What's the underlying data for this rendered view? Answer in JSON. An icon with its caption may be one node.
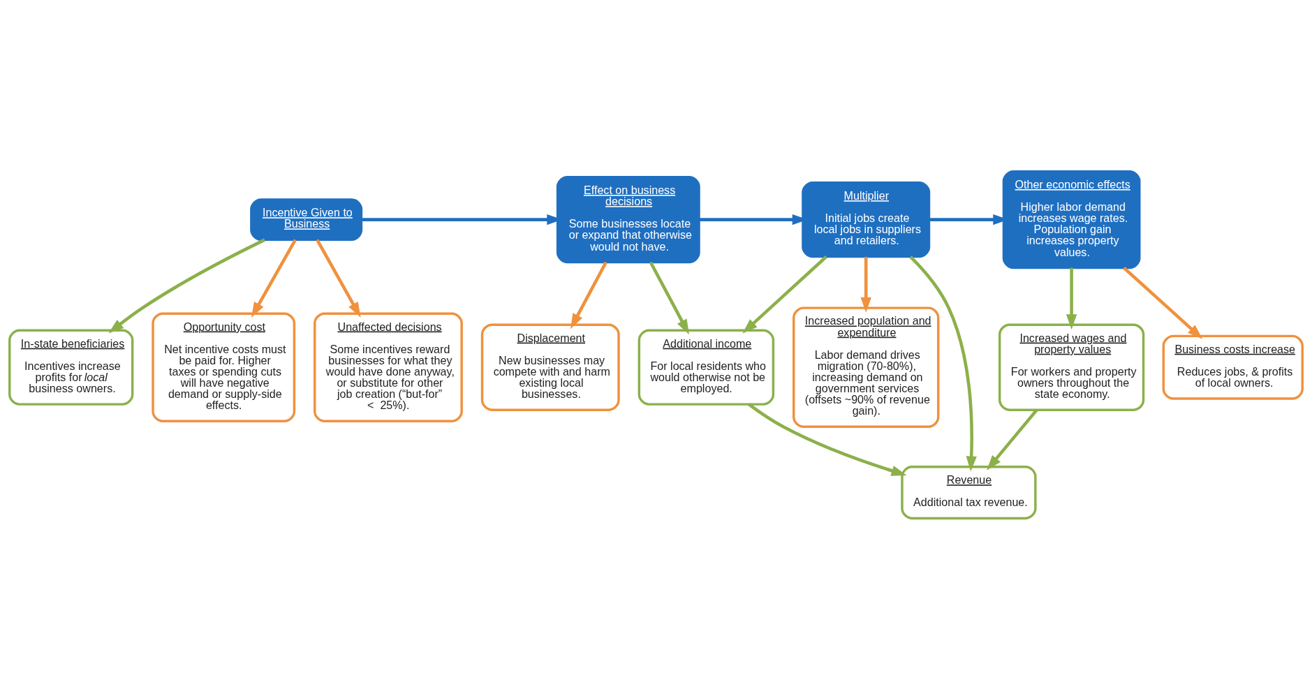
{
  "diagram": {
    "nodes": [
      {
        "text": [
          "Incentive Given to Business"
        ]
      },
      {
        "text": [
          "Effect on business decisions",
          "Some businesses locate or expand that otherwise would not have."
        ]
      },
      {
        "text": [
          "Multiplier",
          "Initial jobs create local jobs in suppliers and retailers."
        ]
      },
      {
        "text": [
          "Other economic effects",
          "Higher labor demand increases wage rates. Population gain increases property values."
        ]
      },
      {
        "text": [
          "In-state beneficiaries",
          "Incentives increase profits for *local* business owners."
        ]
      },
      {
        "text": [
          "Opportunity cost",
          "Net incentive costs must be paid for. Higher taxes or spending cuts will have negative demand or supply-side effects."
        ]
      },
      {
        "text": [
          "Displacement",
          "New businesses may compete with and harm existing local businesses."
        ]
      },
      {
        "text": [
          "Additional income",
          "For local residents who would otherwise not be employed."
        ]
      },
      {
        "text": [
          "Increased population and expenditure",
          "Labor demand drives migration (70-80%), increasing demand on government services (offsets ~90% of revenue gain)."
        ]
      },
      {
        "text": [
          "Unaffected decisions",
          "Some incentives reward businesses for what they would have done anyway, or substitute for other job creation (“but-for” <  25%)."
        ]
      },
      {
        "text": [
          "Increased wages and property values",
          "For workers and property owners throughout the state economy."
        ]
      },
      {
        "text": [
          "Business costs increase",
          "Reduces jobs, & profits of local owners."
        ]
      },
      {
        "text": [
          "Revenue",
          "Additional tax revenue."
        ]
      }
    ],
    "edges": [
      {
        "from": 0,
        "to": 1,
        "arrow": "to",
        "color": "#1f6fc1"
      },
      {
        "from": 1,
        "to": 2,
        "arrow": "to",
        "color": "#1f6fc1"
      },
      {
        "from": 2,
        "to": 3,
        "arrow": "to",
        "color": "#1f6fc1"
      },
      {
        "from": 0,
        "to": 4,
        "arrow": "to",
        "color": "#8cb04a"
      },
      {
        "from": 0,
        "to": 5,
        "arrow": "to",
        "color": "#f0913d"
      },
      {
        "from": 0,
        "to": 9,
        "arrow": "to",
        "color": "#f0913d"
      },
      {
        "from": 1,
        "to": 6,
        "arrow": "to",
        "color": "#f0913d"
      },
      {
        "from": 1,
        "to": 7,
        "arrow": "to",
        "color": "#8cb04a"
      },
      {
        "from": 2,
        "to": 7,
        "arrow": "to",
        "color": "#8cb04a"
      },
      {
        "from": 2,
        "to": 8,
        "arrow": "to",
        "color": "#f0913d"
      },
      {
        "from": 2,
        "to": 12,
        "arrow": "to",
        "color": "#8cb04a"
      },
      {
        "from": 3,
        "to": 10,
        "arrow": "to",
        "color": "#8cb04a"
      },
      {
        "from": 3,
        "to": 11,
        "arrow": "to",
        "color": "#f0913d"
      },
      {
        "from": 7,
        "to": 12,
        "arrow": "to",
        "color": "#8cb04a"
      },
      {
        "from": 10,
        "to": 12,
        "arrow": "to",
        "color": "#8cb04a"
      }
    ]
  }
}
